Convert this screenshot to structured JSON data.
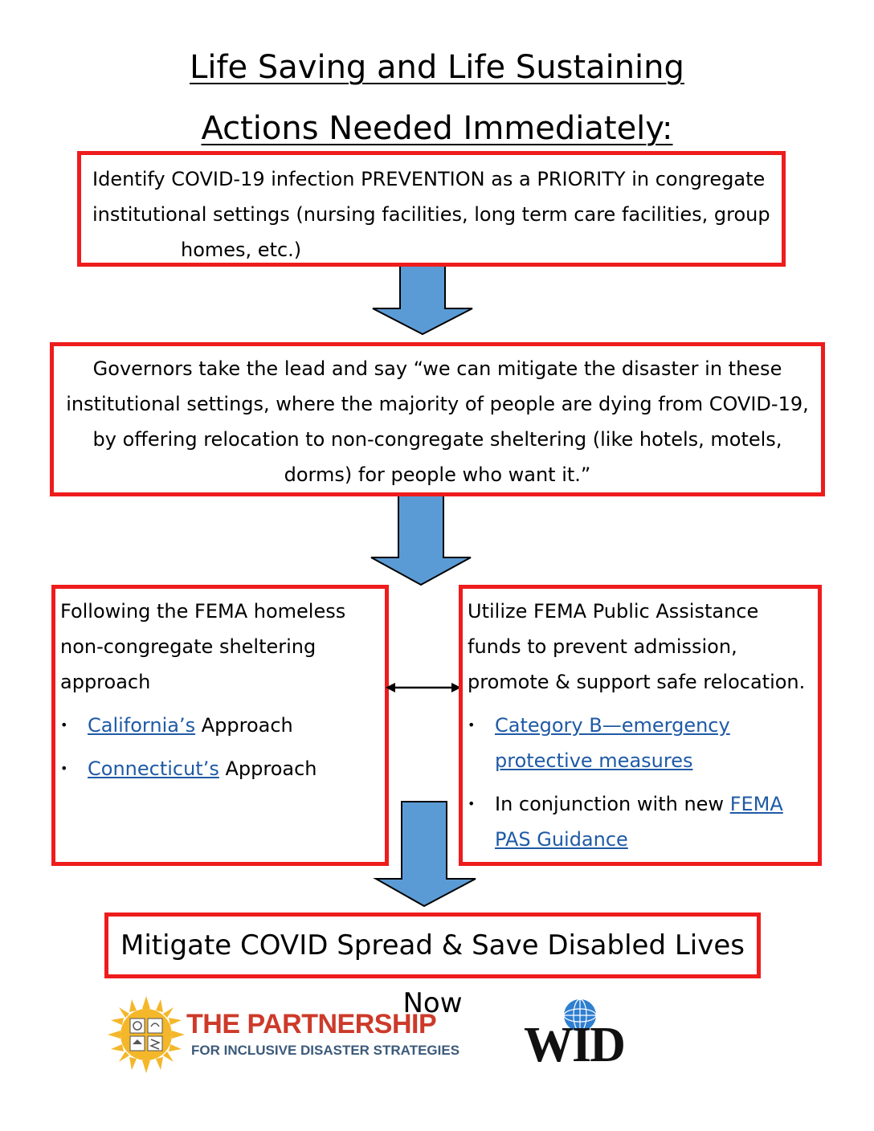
{
  "title": {
    "line1": "Life Saving and Life Sustaining",
    "line2": "Actions Needed Immediately:"
  },
  "boxes": {
    "prevention": {
      "line1": "Identify COVID-19 infection PREVENTION as a PRIORITY in congregate",
      "line2": "institutional settings (nursing facilities, long term care facilities, group",
      "line3": "homes, etc.)"
    },
    "governors": {
      "line1": "Governors take the lead and say “we can mitigate the disaster in these",
      "line2": "institutional settings, where the majority of people are dying from COVID-19,",
      "line3": "by offering relocation to non-congregate sheltering (like hotels, motels,",
      "line4": "dorms) for people who want it.”"
    },
    "fema_homeless": {
      "line1": "Following the FEMA homeless",
      "line2": "non-congregate sheltering",
      "line3": "approach",
      "items": [
        {
          "link": "California’s",
          "text": " Approach"
        },
        {
          "link": "Connecticut’s",
          "text": " Approach"
        }
      ]
    },
    "fema_public": {
      "line1": "Utilize FEMA Public Assistance",
      "line2": "funds to prevent admission,",
      "line3": "promote & support safe relocation.",
      "item1": {
        "link_line1": "Category B—emergency",
        "link_line2": "protective measures"
      },
      "item2": {
        "text": "In conjunction with new ",
        "link_line1": "FEMA",
        "link_line2": "PAS Guidance"
      }
    },
    "outcome": {
      "text": "Mitigate COVID Spread & Save Disabled Lives Now"
    }
  },
  "logos": {
    "partnership": {
      "title": "THE PARTNERSHIP",
      "subtitle": "FOR INCLUSIVE DISASTER STRATEGIES"
    },
    "wid": {
      "text": "WID"
    }
  },
  "colors": {
    "box_border": "#ee1c1c",
    "arrow_fill": "#5b9bd5",
    "link": "#1f5aa6",
    "logo_title": "#cd3a2a",
    "logo_sub": "#3c5a7a"
  }
}
